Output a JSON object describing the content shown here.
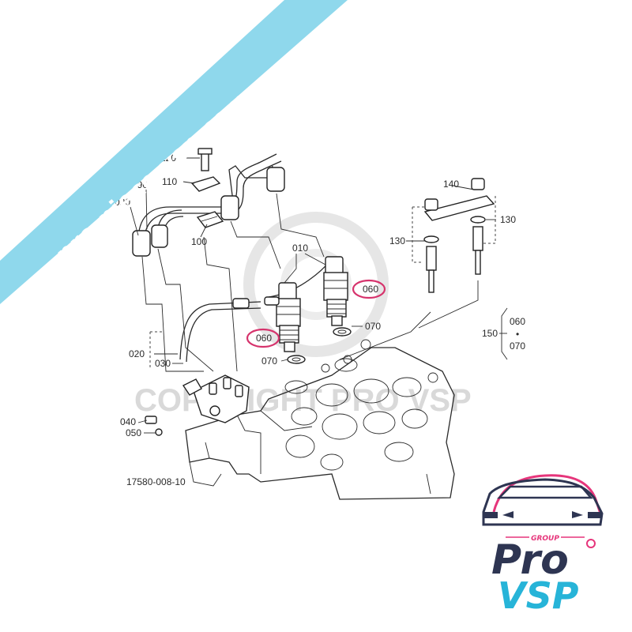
{
  "banner": {
    "text": "pro-piece-vsp.com",
    "color": "#8fd8ec"
  },
  "watermark": {
    "text": "COPYRIGHT PRO VSP"
  },
  "diagram": {
    "ref": "17580-008-10",
    "labels": {
      "p120": "120",
      "p110": "110",
      "p090": "090",
      "p030a": "030",
      "p100": "100",
      "p010": "010",
      "p060a": "060",
      "p060b": "060",
      "p070a": "070",
      "p070b": "070",
      "p140": "140",
      "p130a": "130",
      "p130b": "130",
      "p150": "150",
      "p150a": "060",
      "p150dot": "•",
      "p150b": "070",
      "p020": "020",
      "p030b": "030",
      "p040": "040",
      "p050": "050"
    },
    "highlight_color": "#d6336c"
  },
  "logo": {
    "group": "GROUP",
    "line1": "Pro",
    "line2": "VSP",
    "colors": {
      "primary": "#2e3552",
      "accent": "#e6357b",
      "cyan": "#27b4d8"
    }
  }
}
